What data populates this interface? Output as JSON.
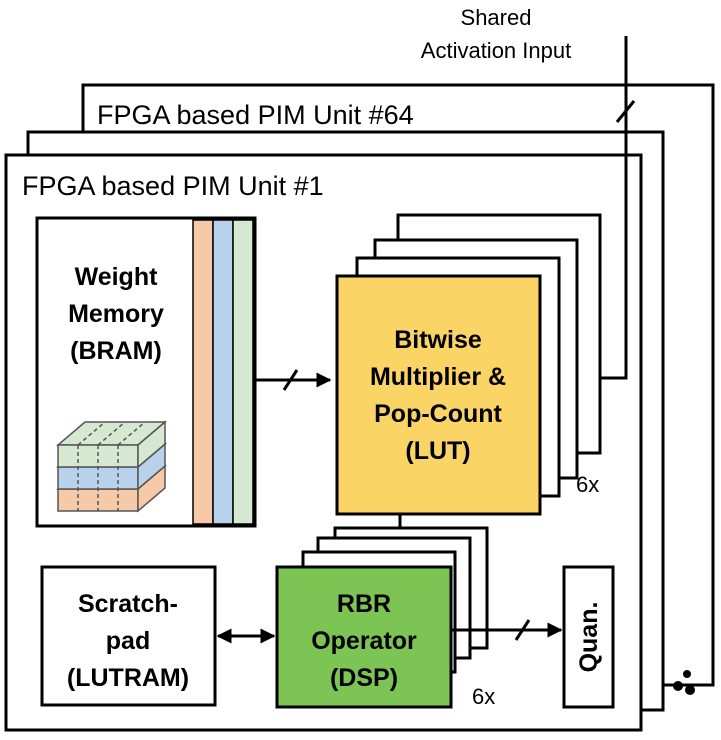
{
  "input": {
    "line1": "Shared",
    "line2": "Activation Input"
  },
  "units": {
    "back_title": "FPGA based PIM Unit #64",
    "front_title": "FPGA based PIM Unit #1"
  },
  "weight_memory": {
    "line1": "Weight",
    "line2": "Memory",
    "line3": "(BRAM)",
    "stripe_colors": [
      "#f6c9a8",
      "#b9d2ec",
      "#d6e8cf"
    ]
  },
  "multiplier": {
    "line1": "Bitwise",
    "line2": "Multiplier &",
    "line3": "Pop-Count",
    "line4": "(LUT)",
    "fill": "#fad465",
    "count": "6x"
  },
  "scratchpad": {
    "line1": "Scratch-",
    "line2": "pad",
    "line3": "(LUTRAM)"
  },
  "rbr": {
    "line1": "RBR",
    "line2": "Operator",
    "line3": "(DSP)",
    "fill": "#7cc454",
    "count": "6x"
  },
  "quantizer": {
    "label": "Quan."
  }
}
